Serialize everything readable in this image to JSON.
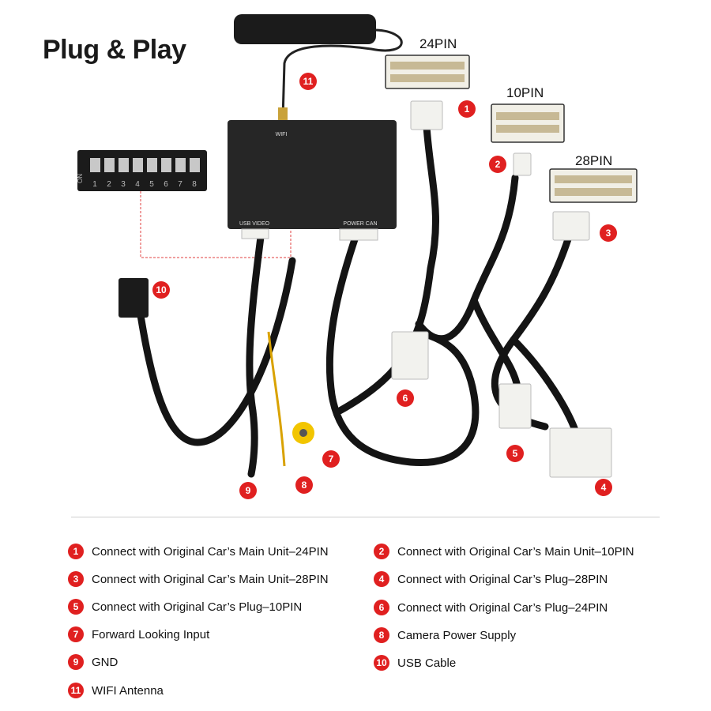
{
  "title": "Plug & Play",
  "pin_labels": {
    "p24": "24PIN",
    "p10": "10PIN",
    "p28": "28PIN"
  },
  "box_labels": {
    "wifi": "WIFI",
    "usb_video": "USB VIDEO",
    "power_can": "POWER CAN"
  },
  "dip_numbers": [
    "1",
    "2",
    "3",
    "4",
    "5",
    "6",
    "7",
    "8"
  ],
  "dip_side": "ON",
  "callouts": [
    "1",
    "2",
    "3",
    "4",
    "5",
    "6",
    "7",
    "8",
    "9",
    "10",
    "11"
  ],
  "legend": [
    {
      "num": "1",
      "text": "Connect with Original Car’s Main Unit–24PIN"
    },
    {
      "num": "2",
      "text": "Connect with Original Car’s Main Unit–10PIN"
    },
    {
      "num": "3",
      "text": "Connect with Original Car’s Main Unit–28PIN"
    },
    {
      "num": "4",
      "text": "Connect with Original Car’s Plug–28PIN"
    },
    {
      "num": "5",
      "text": "Connect with Original Car’s Plug–10PIN"
    },
    {
      "num": "6",
      "text": "Connect with Original Car’s Plug–24PIN"
    },
    {
      "num": "7",
      "text": "Forward Looking Input"
    },
    {
      "num": "8",
      "text": "Camera Power Supply"
    },
    {
      "num": "9",
      "text": "GND"
    },
    {
      "num": "10",
      "text": "USB Cable"
    },
    {
      "num": "11",
      "text": "WIFI Antenna"
    }
  ],
  "colors": {
    "badge": "#e02020",
    "cable": "#111111",
    "rca": "#f2c500",
    "connector": "#f2f2ee",
    "dashed": "#e04040"
  }
}
